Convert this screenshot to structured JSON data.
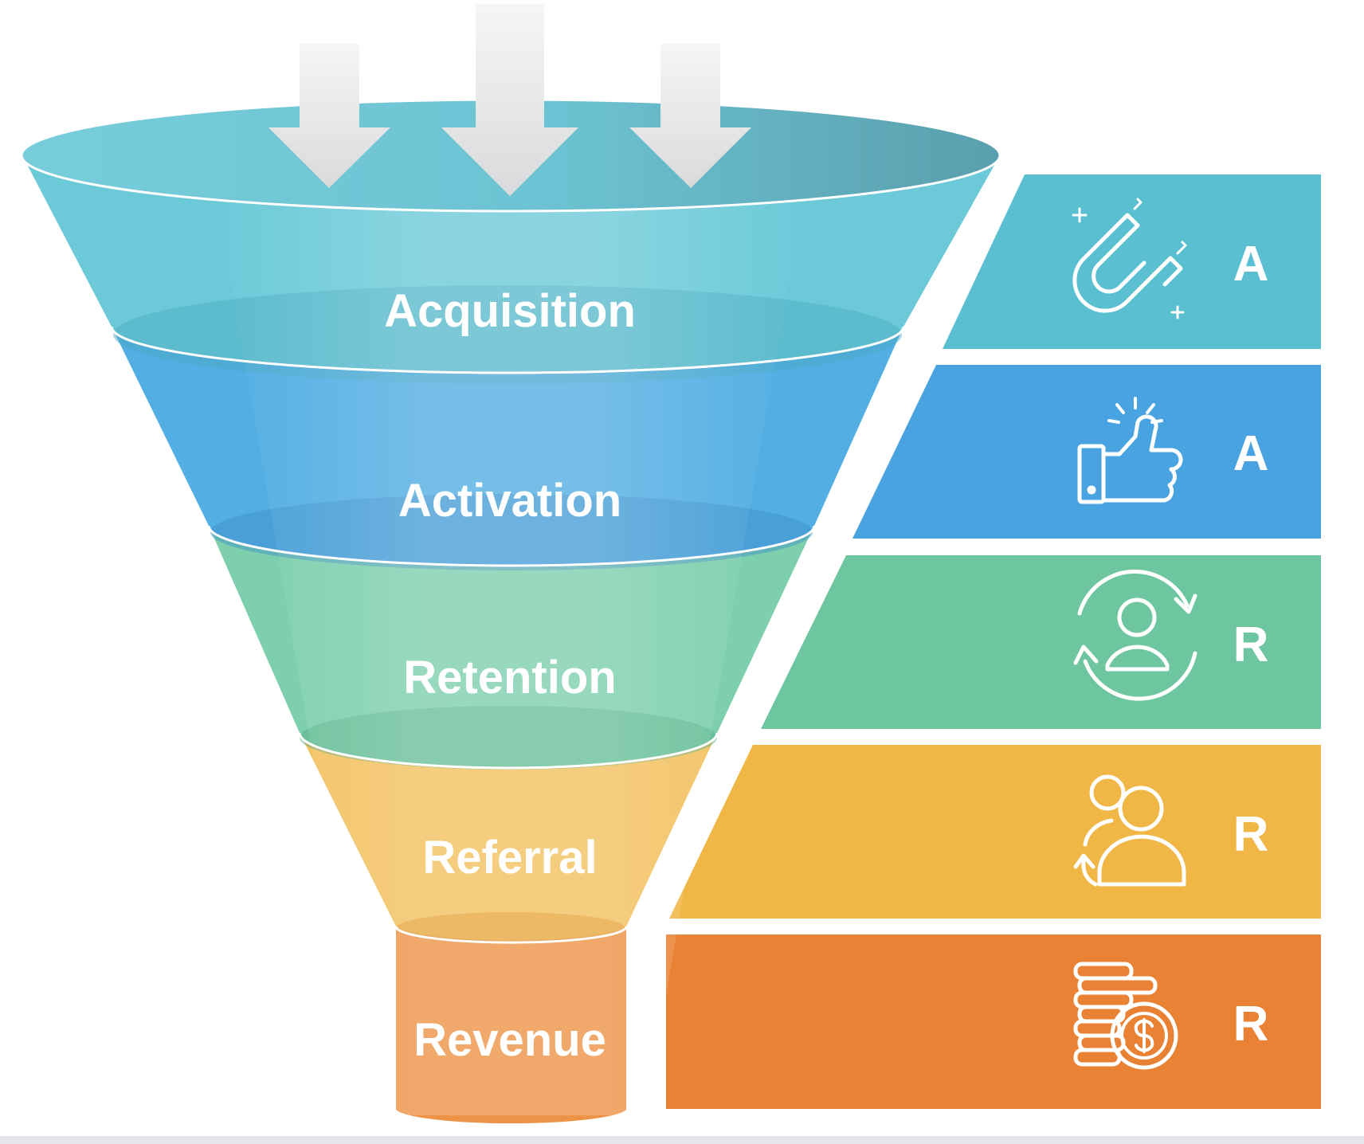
{
  "stages": [
    {
      "label": "Acquisition",
      "letter": "A",
      "color": "#5bbfd2",
      "icon": "magnet-icon"
    },
    {
      "label": "Activation",
      "letter": "A",
      "color": "#48a3e0",
      "icon": "thumbs-up-icon"
    },
    {
      "label": "Retention",
      "letter": "R",
      "color": "#6ec6a0",
      "icon": "user-cycle-icon"
    },
    {
      "label": "Referral",
      "letter": "R",
      "color": "#f0b646",
      "icon": "users-referral-icon"
    },
    {
      "label": "Revenue",
      "letter": "R",
      "color": "#e98235",
      "icon": "coins-dollar-icon"
    }
  ]
}
